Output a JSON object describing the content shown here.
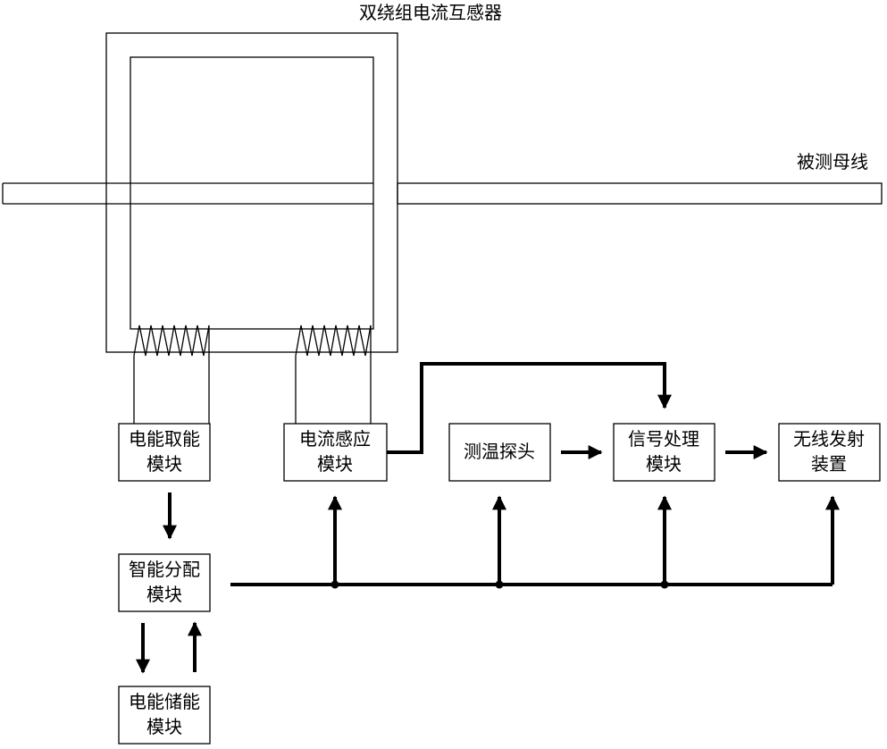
{
  "labels": {
    "transformer_title": "双绕组电流互感器",
    "busbar_label": "被测母线"
  },
  "modules": {
    "energy_harvest": [
      "电能取能",
      "模块"
    ],
    "current_sense": [
      "电流感应",
      "模块"
    ],
    "temp_probe": [
      "测温探头"
    ],
    "signal_proc": [
      "信号处理",
      "模块"
    ],
    "wireless_tx": [
      "无线发射",
      "装置"
    ],
    "smart_dist": [
      "智能分配",
      "模块"
    ],
    "energy_storage": [
      "电能储能",
      "模块"
    ]
  }
}
